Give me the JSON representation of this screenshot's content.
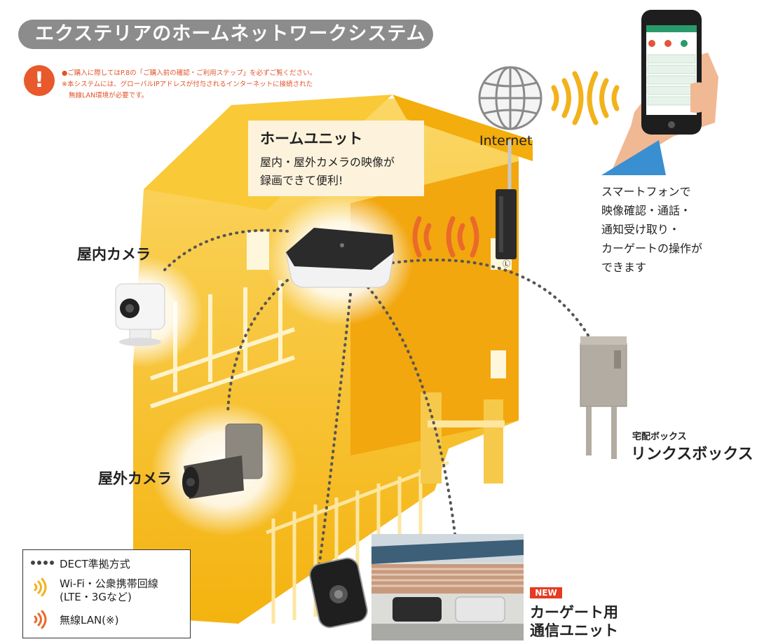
{
  "header": {
    "title": "エクステリアのホームネットワークシステム",
    "notes": [
      "●ご購入に際してはP.8の「ご購入前の確認・ご利用ステップ」を必ずご覧ください。",
      "※本システムには、グローバルIPアドレスが付与されるインターネットに接続された",
      "無線LAN環境が必要です。"
    ],
    "warning_icon": "exclamation-icon"
  },
  "home_unit": {
    "title": "ホームユニット",
    "lines": [
      "屋内・屋外カメラの映像が",
      "録画できて便利!"
    ]
  },
  "labels": {
    "indoor_camera": "屋内カメラ",
    "outdoor_camera": "屋外カメラ",
    "internet": "Internet",
    "router_mark": "Ⓛ",
    "delivery_small": "宅配ボックス",
    "delivery_big": "リンクスボックス",
    "new_badge": "NEW",
    "car_gate_line1": "カーゲート用",
    "car_gate_line2": "通信ユニット"
  },
  "smartphone": {
    "lines": [
      "スマートフォンで",
      "映像確認・通話・",
      "通知受け取り・",
      "カーゲートの操作が",
      "できます"
    ]
  },
  "legend": {
    "items": [
      {
        "icon": "dotted-line-icon",
        "lines": [
          "DECT準拠方式"
        ]
      },
      {
        "icon": "wifi-waves-yellow-icon",
        "lines": [
          "Wi-Fi・公衆携帯回線",
          "(LTE・3Gなど)"
        ]
      },
      {
        "icon": "wifi-waves-orange-icon",
        "lines": [
          "無線LAN(※)"
        ]
      }
    ]
  },
  "colors": {
    "house": "#f6b814",
    "house_light": "#fbd766",
    "house_dark": "#e39a0c",
    "title_bar": "#8c8c8c",
    "warning": "#e8592b",
    "wifi_yellow": "#f2b21c",
    "wifi_orange": "#ea6a2a",
    "new_badge": "#e53b22"
  }
}
